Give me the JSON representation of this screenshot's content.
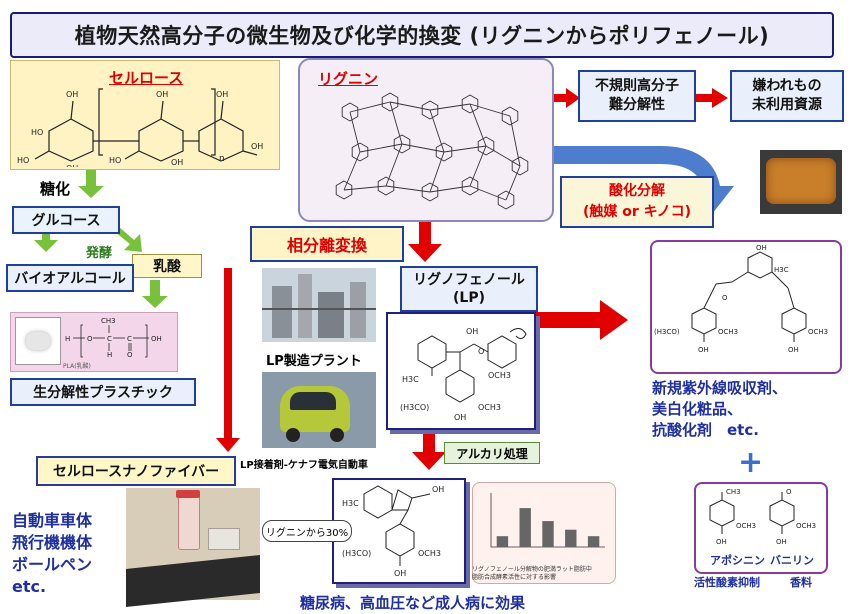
{
  "title": "植物天然高分子の微生物及び化学的換変 (リグニンからポリフェノール)",
  "cellulose": {
    "label": "セルロース",
    "n": "n"
  },
  "saccharification": "糖化",
  "glucose": "グルコース",
  "fermentation": "発酵",
  "lactic_acid": "乳酸",
  "bioalcohol": "バイオアルコール",
  "plastic_caption": "PLA(乳酸)",
  "biodegradable_plastic": "生分解性プラスチック",
  "nanofiber": "セルロースナノファイバー",
  "uses": [
    "自動車車体",
    "飛行機機体",
    "ボールペン",
    "etc."
  ],
  "lignin": "リグニン",
  "irregular": [
    "不規則高分子",
    "難分解性"
  ],
  "unwanted": [
    "嫌われもの",
    "未利用資源"
  ],
  "oxidation": [
    "酸化分解",
    "(触媒 or キノコ)"
  ],
  "phase_separation": "相分離変換",
  "lignophenol": [
    "リグノフェノール",
    "(LP)"
  ],
  "lp_plant": "LP製造プラント",
  "lp_car": "LP接着剤-ケナフ電気自動車",
  "alkali": "アルカリ処理",
  "from_lignin": "リグニンから30%",
  "chart_caption": [
    "リグノフェノール分解物の肥満ラット脂肪中",
    "脂肪合成酵素活性に対する影響"
  ],
  "disease_effect": "糖尿病、高血圧など成人病に効果",
  "uv_products": [
    "新規紫外線吸収剤、",
    "美白化粧品、",
    "抗酸化剤　etc."
  ],
  "plus": "+",
  "apocynin": "アポシニン",
  "vanillin": "バニリン",
  "active_oxygen": "活性酸素抑制",
  "fragrance": "香料",
  "chem_labels": {
    "oh": "OH",
    "h3c": "H3C",
    "och3": "OCH3",
    "h3co": "(H3CO)",
    "och3b": "OCH3",
    "o": "O",
    "ch3": "CH3",
    "h": "H",
    "c": "C",
    "cooh": "OH"
  },
  "chart_data": {
    "type": "bar",
    "categories": [
      "",
      "",
      "",
      "",
      ""
    ],
    "values": [
      5,
      18,
      12,
      8,
      5
    ],
    "ylim": [
      0,
      25
    ]
  },
  "colors": {
    "red_arrow": "#e00000",
    "green_arrow": "#77c23a",
    "blue_arrow": "#3b6fc8",
    "title_bg": "#ecebfa",
    "cellulose_bg": "#fff3c4"
  }
}
